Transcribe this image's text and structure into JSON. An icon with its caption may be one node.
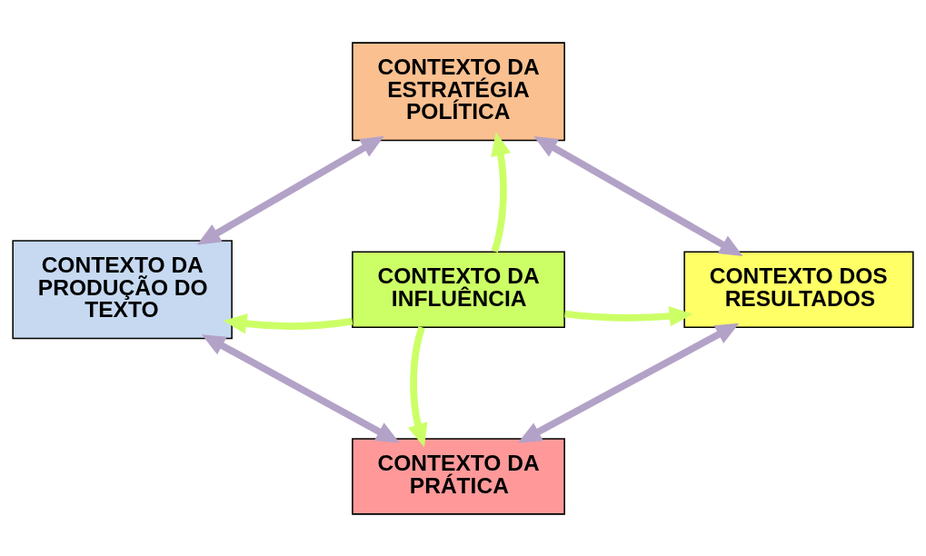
{
  "diagram": {
    "nodes": [
      {
        "text": [
          "CONTEXTO DA INFLUÊNCIA"
        ]
      },
      {
        "text": [
          "CONTEXTO DA ESTRATÉGIA POLÍTICA"
        ]
      },
      {
        "text": [
          "CONTEXTO DA PRODUÇÃO DO TEXTO"
        ]
      },
      {
        "text": [
          "CONTEXTO DOS RESULTADOS"
        ]
      },
      {
        "text": [
          "CONTEXTO DA PRÁTICA"
        ]
      }
    ],
    "edges": [
      {
        "from": 0,
        "to": 1,
        "arrow": "to",
        "color": "#ccff66"
      },
      {
        "from": 0,
        "to": 2,
        "arrow": "to",
        "color": "#ccff66"
      },
      {
        "from": 0,
        "to": 3,
        "arrow": "to",
        "color": "#ccff66"
      },
      {
        "from": 0,
        "to": 4,
        "arrow": "to",
        "color": "#ccff66"
      },
      {
        "from": 1,
        "to": 2,
        "arrow": "both",
        "color": "#b3a2c7"
      },
      {
        "from": 1,
        "to": 3,
        "arrow": "both",
        "color": "#b3a2c7"
      },
      {
        "from": 2,
        "to": 4,
        "arrow": "both",
        "color": "#b3a2c7"
      },
      {
        "from": 3,
        "to": 4,
        "arrow": "both",
        "color": "#b3a2c7"
      }
    ]
  }
}
